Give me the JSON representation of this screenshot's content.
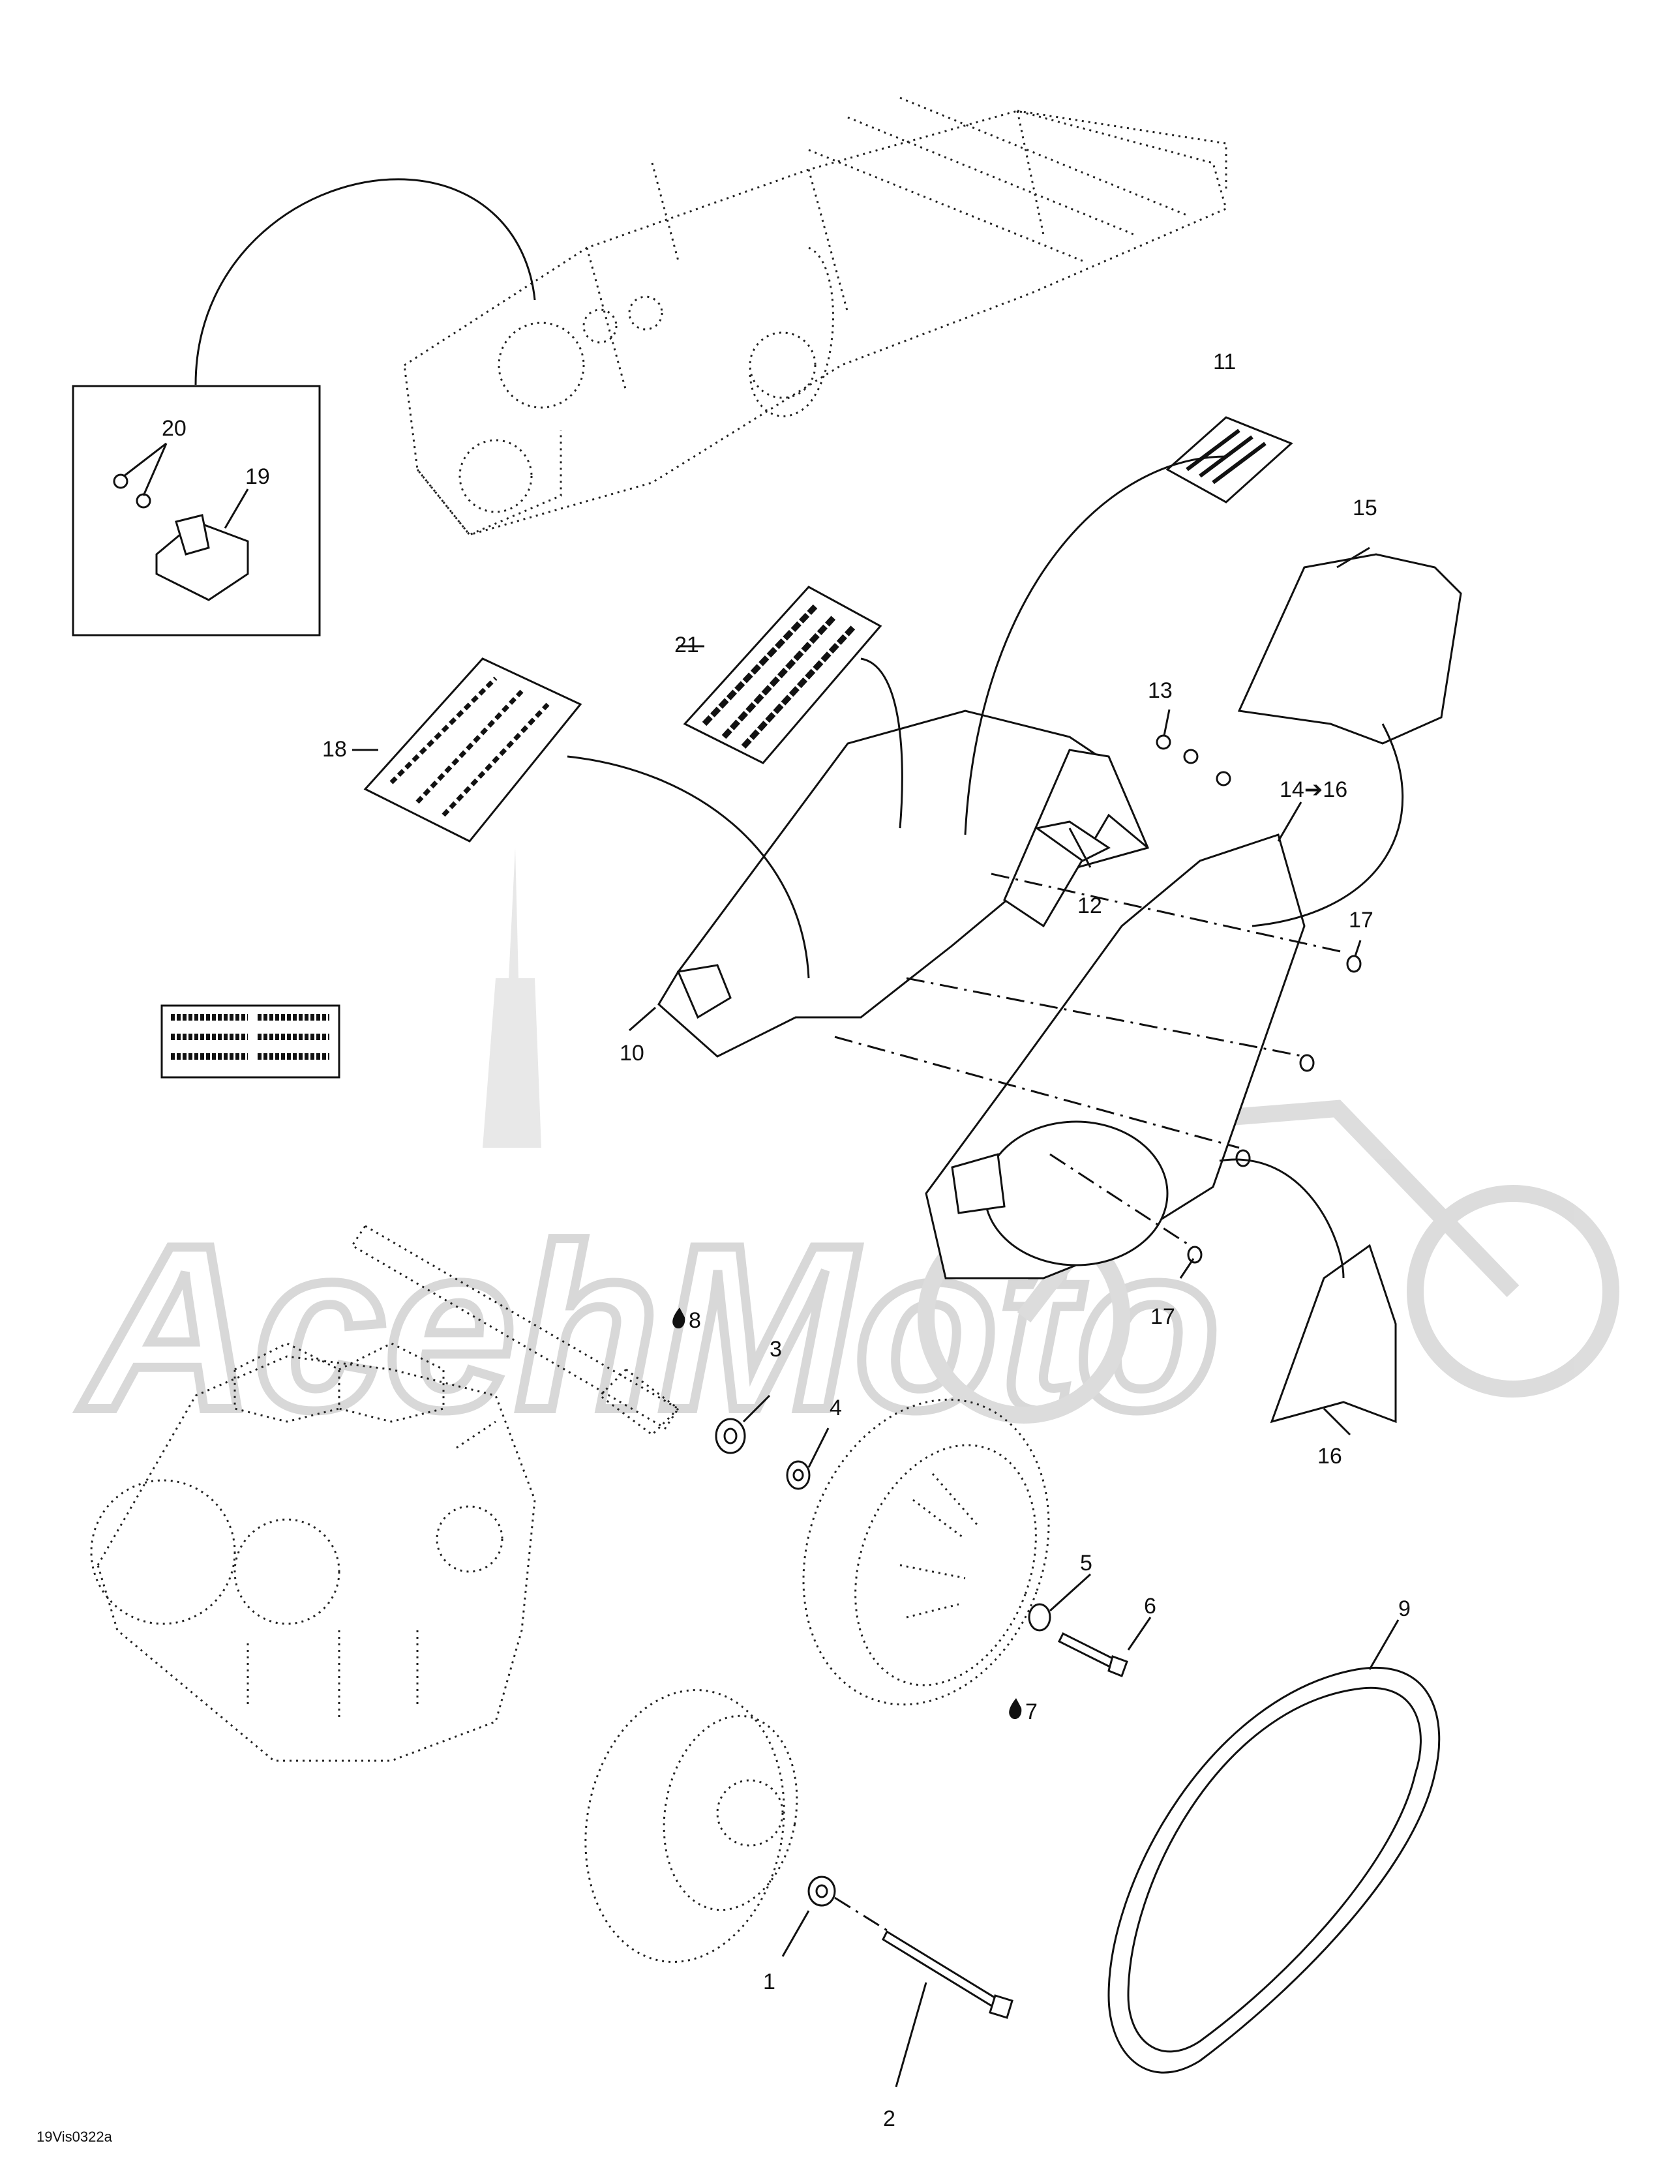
{
  "diagram": {
    "drawing_code": "19Vis0322a",
    "watermark_text": "AcehMoto",
    "callouts": {
      "c1": "1",
      "c2": "2",
      "c3": "3",
      "c4": "4",
      "c5": "5",
      "c6": "6",
      "c7": "7",
      "c8": "8",
      "c9": "9",
      "c10": "10",
      "c11": "11",
      "c12": "12",
      "c13": "13",
      "c14": "14➔16",
      "c15": "15",
      "c16": "16",
      "c17a": "17",
      "c17b": "17",
      "c18": "18",
      "c19": "19",
      "c20": "20",
      "c21": "21"
    },
    "icons": [
      "oil-drop-icon",
      "arrow-right-icon"
    ],
    "colors": {
      "line": "#111111",
      "watermark": "#d9d9d9",
      "background": "#ffffff"
    }
  }
}
